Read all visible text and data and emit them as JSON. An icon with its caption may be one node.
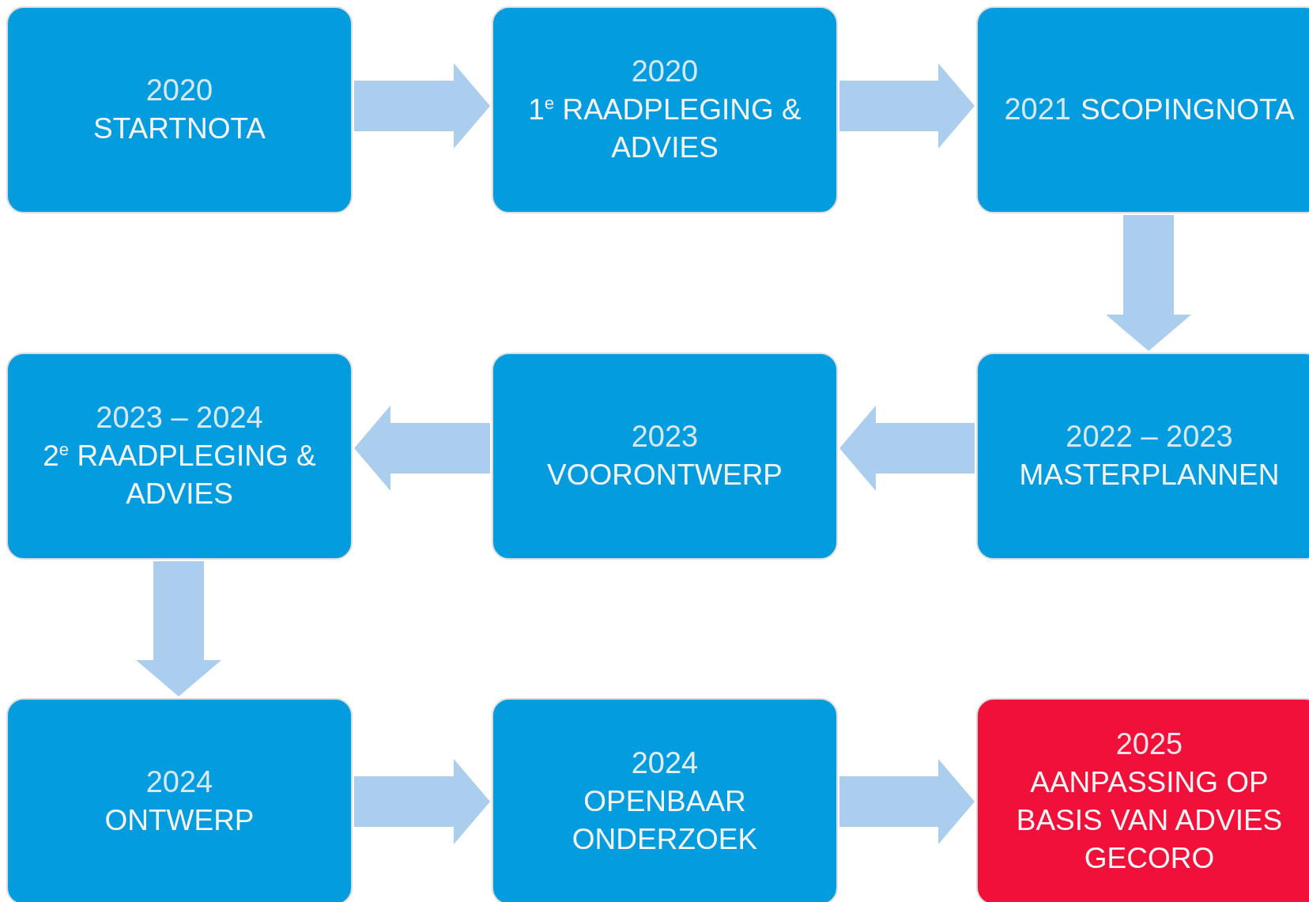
{
  "diagram": {
    "nodes": [
      {
        "text": [
          "2020",
          "STARTNOTA"
        ]
      },
      {
        "text": [
          "2020",
          "1$^{e}$ RAADPLEGING & ADVIES"
        ]
      },
      {
        "text": [
          "2021",
          "SCOPINGNOTA"
        ]
      },
      {
        "text": [
          "2023 – 2024",
          "2$^{e}$ RAADPLEGING & ADVIES"
        ]
      },
      {
        "text": [
          "2023",
          "VOORONTWERP"
        ]
      },
      {
        "text": [
          "2022 – 2023",
          "MASTERPLANNEN"
        ]
      },
      {
        "text": [
          "2024",
          "ONTWERP"
        ]
      },
      {
        "text": [
          "2024",
          "OPENBAAR ONDERZOEK"
        ]
      },
      {
        "text": [
          "2025",
          "AANPASSING OP BASIS VAN ADVIES GECORO"
        ]
      }
    ],
    "edges": [
      {
        "from": 0,
        "to": 1,
        "arrow": "to"
      },
      {
        "from": 1,
        "to": 2,
        "arrow": "to"
      },
      {
        "from": 2,
        "to": 5,
        "arrow": "to"
      },
      {
        "from": 5,
        "to": 4,
        "arrow": "to"
      },
      {
        "from": 4,
        "to": 3,
        "arrow": "to"
      },
      {
        "from": 3,
        "to": 6,
        "arrow": "to"
      },
      {
        "from": 6,
        "to": 7,
        "arrow": "to"
      },
      {
        "from": 7,
        "to": 8,
        "arrow": "to"
      }
    ]
  }
}
